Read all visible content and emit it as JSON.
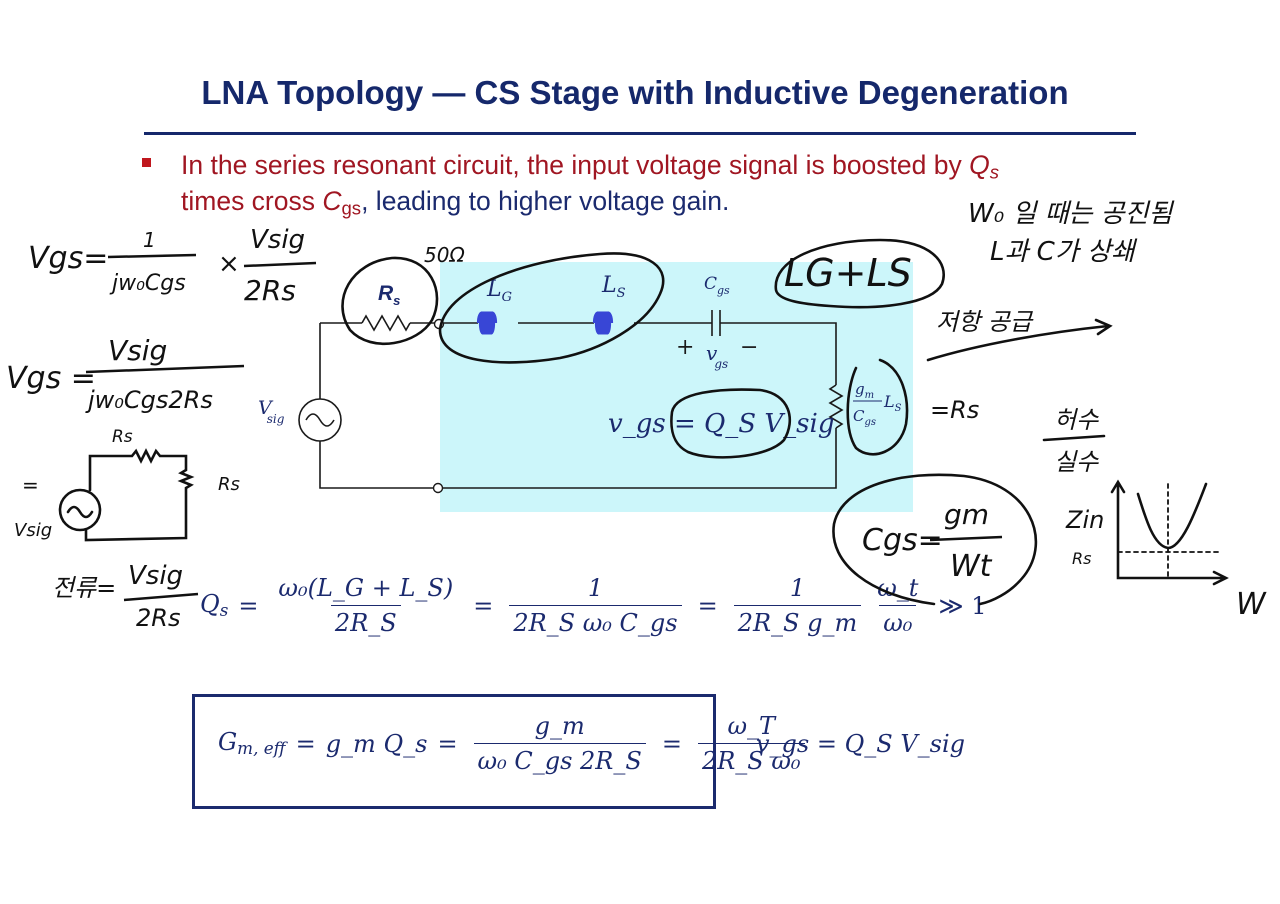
{
  "slide": {
    "title": "LNA Topology — CS Stage with Inductive Degeneration",
    "bullet": {
      "line1_pre": "In the series resonant circuit, the input voltage signal is boosted by ",
      "line1_var": "Q",
      "line1_sub": "s",
      "line2_pre": "times cross ",
      "line2_var": "C",
      "line2_sub": "gs",
      "line2_post": ", leading to higher voltage gain."
    }
  },
  "circuit": {
    "rs_label": "R",
    "rs_sub": "s",
    "lg_label": "L",
    "lg_sub": "G",
    "ls_label": "L",
    "ls_sub": "S",
    "cgs_label": "C",
    "cgs_sub": "gs",
    "plus": "+",
    "minus": "−",
    "vgs_label": "v",
    "vgs_sub": "gs",
    "vsig_label": "V",
    "vsig_sub": "sig",
    "load_num": "g",
    "load_num_sub": "m",
    "load_den": "C",
    "load_den_sub": "gs",
    "load_ls": "L",
    "load_ls_sub": "S",
    "center_eq": "v_gs = Q_S V_sig",
    "highlight_color": "#ccf6fa"
  },
  "equations": {
    "qs": {
      "lhs": "Q",
      "lhs_sub": "s",
      "f1_num": "ω₀(L_G + L_S)",
      "f1_den": "2R_S",
      "f2_num": "1",
      "f2_den": "2R_S ω₀ C_gs",
      "f3_num": "1",
      "f3_den": "2R_S g_m",
      "f4_num": "ω_t",
      "f4_den": "ω₀",
      "tail": "≫ 1"
    },
    "gm": {
      "lhs": "G",
      "lhs_sub": "m, eff",
      "mid": "g_m Q_s",
      "f1_num": "g_m",
      "f1_den": "ω₀ C_gs 2R_S",
      "f2_num": "ω_T",
      "f2_den": "2R_S ω₀"
    },
    "vgs_right": "v_gs = Q_S V_sig"
  },
  "handwriting": {
    "eq1_lhs": "Vgs=",
    "eq1_num": "1",
    "eq1_den": "jw₀Cgs",
    "eq1_x": "×",
    "eq1_num2": "Vsig",
    "eq1_den2": "2Rs",
    "eq2_lhs": "Vgs =",
    "eq2_num": "Vsig",
    "eq2_den": "jw₀Cgs2Rs",
    "rs_top": "Rs",
    "rs_right": "Rs",
    "vsig": "Vsig",
    "eq_sign": "=",
    "current": "전류=",
    "current_num": "Vsig",
    "current_den": "2Rs",
    "fifty_ohm": "50Ω",
    "lg_ls": "LG+LS",
    "resonance_note_1": "W₀ 일 때는 공진됨",
    "resonance_note_2": "L과 C가 상쇄",
    "real_part_note": "저항 공급",
    "equals_rs": "=Rs",
    "imag_part": "허수",
    "real_part": "실수",
    "cgs_eq": "Cgs=",
    "cgs_num": "gm",
    "cgs_den": "Wt",
    "zin": "Zin",
    "rs_axis": "Rs",
    "omega": "W"
  },
  "colors": {
    "title": "#15286b",
    "accent_red": "#a01622",
    "ink": "#111111",
    "wire": "#1a1a1a"
  }
}
